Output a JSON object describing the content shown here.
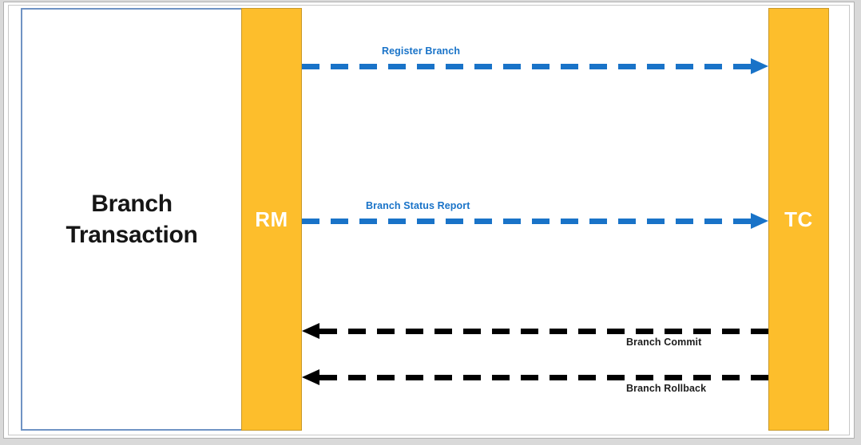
{
  "diagram": {
    "title_text": "Branch Transaction",
    "participants": [
      {
        "id": "branch-transaction",
        "label": "Branch\nTransaction",
        "kind": "box"
      },
      {
        "id": "rm",
        "label": "RM",
        "kind": "lifeline"
      },
      {
        "id": "tc",
        "label": "TC",
        "kind": "lifeline"
      }
    ],
    "messages": [
      {
        "id": "register-branch",
        "label": "Register Branch",
        "from": "rm",
        "to": "tc",
        "direction": "right",
        "color": "#1973c8",
        "style": "dashed",
        "label_position": "above"
      },
      {
        "id": "branch-status-report",
        "label": "Branch Status Report",
        "from": "rm",
        "to": "tc",
        "direction": "right",
        "color": "#1973c8",
        "style": "dashed",
        "label_position": "above"
      },
      {
        "id": "branch-commit",
        "label": "Branch Commit",
        "from": "tc",
        "to": "rm",
        "direction": "left",
        "color": "#000000",
        "style": "dashed",
        "label_position": "below"
      },
      {
        "id": "branch-rollback",
        "label": "Branch Rollback",
        "from": "tc",
        "to": "rm",
        "direction": "left",
        "color": "#000000",
        "style": "dashed",
        "label_position": "below"
      }
    ],
    "colors": {
      "lifeline_fill": "#FDBE2C",
      "lifeline_stroke": "#c8992a",
      "box_stroke": "#6f93c4",
      "accent_blue": "#1973c8",
      "accent_black": "#000000",
      "canvas": "#ffffff"
    }
  }
}
